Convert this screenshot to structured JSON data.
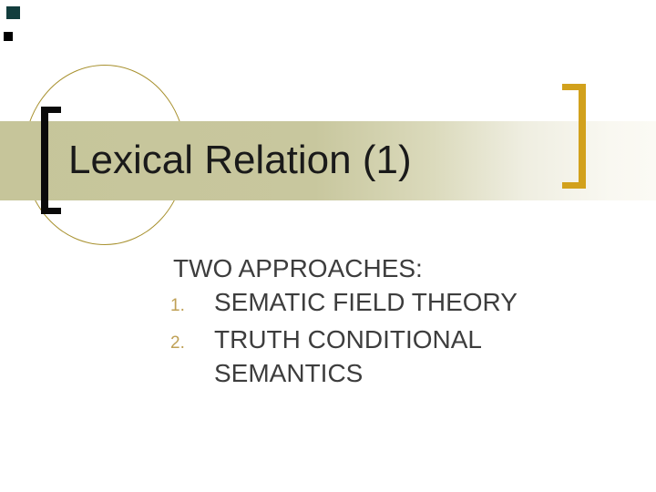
{
  "slide": {
    "title": "Lexical Relation (1)",
    "body": {
      "intro": "TWO APPROACHES:",
      "items": [
        {
          "number": "1.",
          "text": "SEMATIC FIELD THEORY"
        },
        {
          "number": "2.",
          "text": "TRUTH CONDITIONAL SEMANTICS"
        }
      ]
    },
    "colors": {
      "background": "#ffffff",
      "banner_left": "#c6c59a",
      "banner_right": "#fbfaf4",
      "title_text": "#1a1a1a",
      "body_text": "#3d3d3d",
      "list_number": "#bfa055",
      "left_bracket": "#0a0a0a",
      "right_bracket": "#d2a11c",
      "circle_stroke": "#a8912f",
      "corner_square_top": "#123d3d",
      "corner_square_bottom": "#000000"
    }
  }
}
